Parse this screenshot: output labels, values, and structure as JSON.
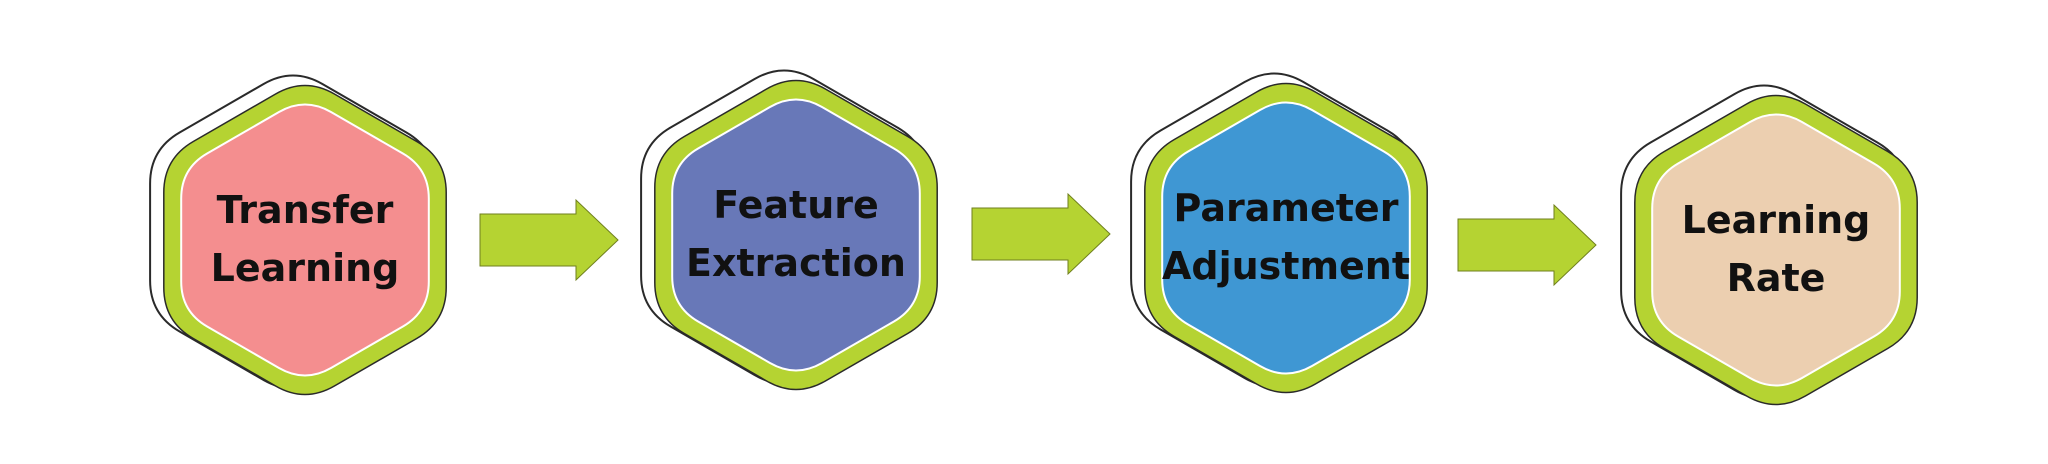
{
  "diagram": {
    "nodes": [
      {
        "id": "transfer-learning",
        "label_lines": [
          "Transfer",
          "Learning"
        ],
        "fill": "#f48e8f"
      },
      {
        "id": "feature-extraction",
        "label_lines": [
          "Feature",
          "Extraction"
        ],
        "fill": "#6878b8"
      },
      {
        "id": "parameter-adjustment",
        "label_lines": [
          "Parameter",
          "Adjustment"
        ],
        "fill": "#3f97d3"
      },
      {
        "id": "learning-rate",
        "label_lines": [
          "Learning",
          "Rate"
        ],
        "fill": "#eccfb0"
      }
    ],
    "edges": [
      {
        "from": "transfer-learning",
        "to": "feature-extraction"
      },
      {
        "from": "feature-extraction",
        "to": "parameter-adjustment"
      },
      {
        "from": "parameter-adjustment",
        "to": "learning-rate"
      }
    ],
    "colors": {
      "ring": "#b5d332",
      "arrow": "#b5d332",
      "outline": "#2a2a2a",
      "text": "#111111"
    }
  }
}
